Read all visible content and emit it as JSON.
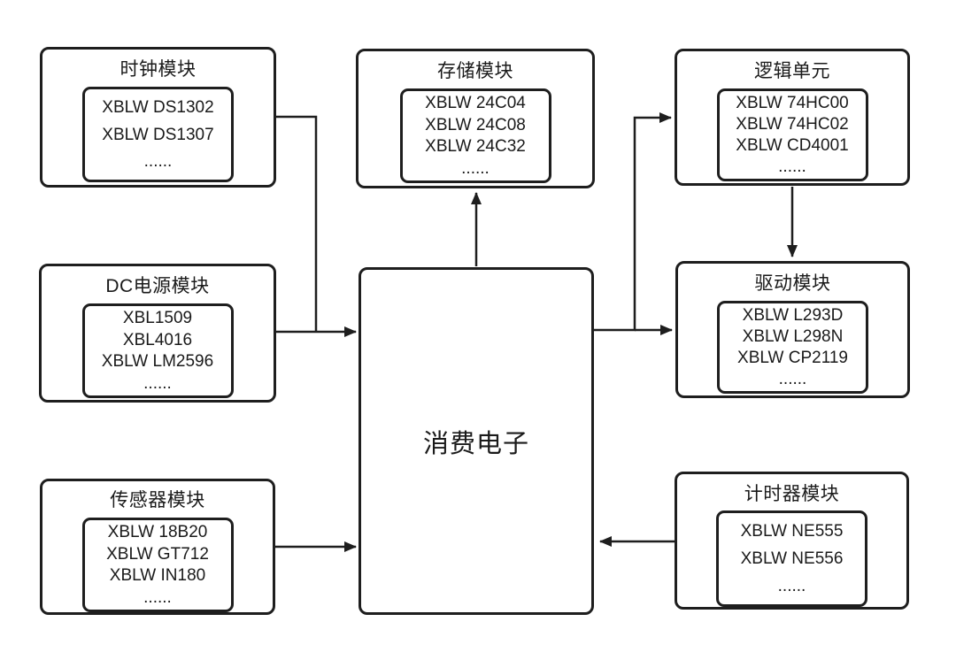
{
  "page": {
    "background": "#ffffff",
    "line_color": "#1e1e1e",
    "text_color": "#1a1a1a"
  },
  "center": {
    "label": "消费电子"
  },
  "modules": {
    "clock": {
      "title": "时钟模块",
      "items": [
        "XBLW DS1302",
        "XBLW DS1307",
        "......"
      ]
    },
    "storage": {
      "title": "存储模块",
      "items": [
        "XBLW 24C04",
        "XBLW 24C08",
        "XBLW 24C32",
        "......"
      ]
    },
    "logic": {
      "title": "逻辑单元",
      "items": [
        "XBLW 74HC00",
        "XBLW 74HC02",
        "XBLW CD4001",
        "......"
      ]
    },
    "dc_power": {
      "title": "DC电源模块",
      "items": [
        "XBL1509",
        "XBL4016",
        "XBLW LM2596",
        "......"
      ]
    },
    "driver": {
      "title": "驱动模块",
      "items": [
        "XBLW L293D",
        "XBLW L298N",
        "XBLW CP2119",
        "......"
      ]
    },
    "sensor": {
      "title": "传感器模块",
      "items": [
        "XBLW 18B20",
        "XBLW GT712",
        "XBLW IN180",
        "......"
      ]
    },
    "timer": {
      "title": "计时器模块",
      "items": [
        "XBLW NE555",
        "XBLW NE556",
        "......"
      ]
    }
  },
  "connections": [
    {
      "from": "clock",
      "to": "center",
      "direction": "arrow-into-center"
    },
    {
      "from": "dc_power",
      "to": "center",
      "direction": "arrow-into-center"
    },
    {
      "from": "sensor",
      "to": "center",
      "direction": "arrow-into-center"
    },
    {
      "from": "timer",
      "to": "center",
      "direction": "arrow-into-center"
    },
    {
      "from": "center",
      "to": "storage",
      "direction": "arrow-out-of-center"
    },
    {
      "from": "center",
      "to": "logic",
      "direction": "arrow-out-of-center"
    },
    {
      "from": "center",
      "to": "driver",
      "direction": "arrow-out-of-center"
    },
    {
      "from": "logic",
      "to": "driver",
      "direction": "arrow-down"
    }
  ]
}
